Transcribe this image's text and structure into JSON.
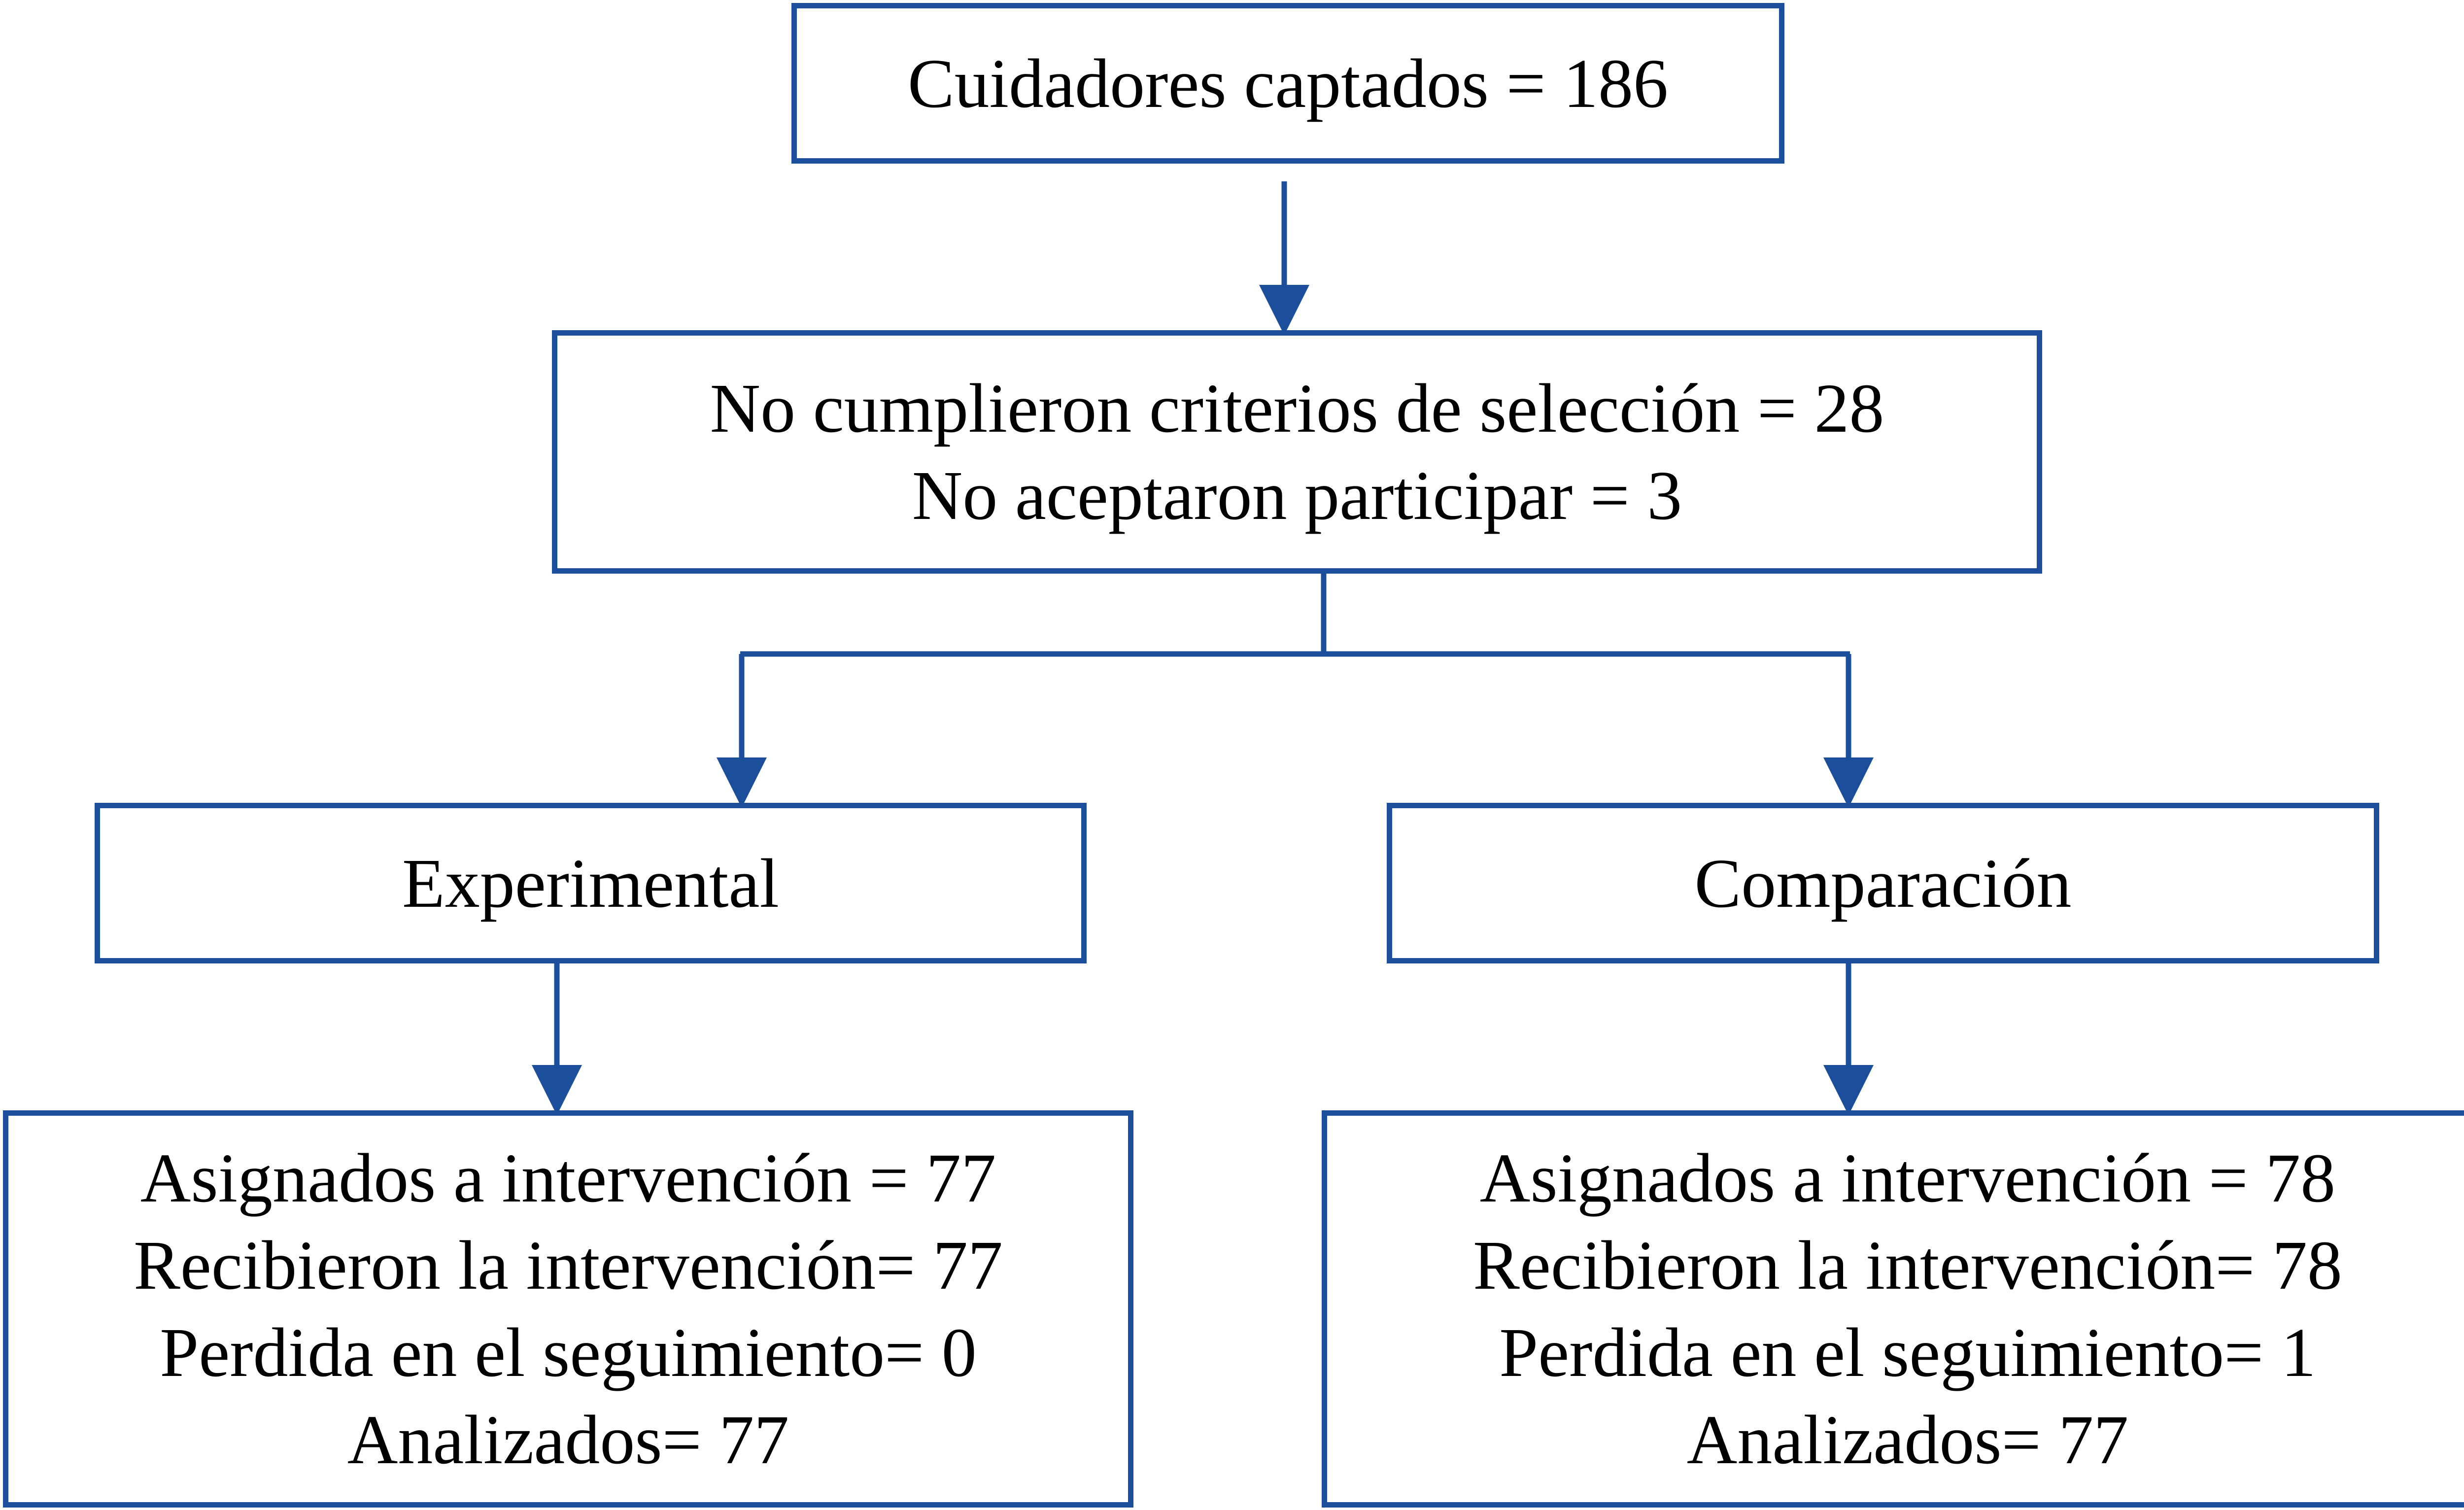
{
  "colors": {
    "stroke": "#1b4f9c",
    "text": "#000000",
    "background": "#ffffff"
  },
  "boxes": {
    "captured": {
      "line1": "Cuidadores captados = 186"
    },
    "excluded": {
      "line1": "No cumplieron criterios de selección = 28",
      "line2": "No aceptaron participar = 3"
    },
    "experimental": {
      "label": "Experimental"
    },
    "comparison": {
      "label": "Comparación"
    },
    "experimental_results": {
      "line1": "Asignados a intervención = 77",
      "line2": "Recibieron la intervención= 77",
      "line3": "Perdida en el seguimiento= 0",
      "line4": "Analizados= 77"
    },
    "comparison_results": {
      "line1": "Asignados a intervención = 78",
      "line2": "Recibieron la intervención= 78",
      "line3": "Perdida en el seguimiento= 1",
      "line4": "Analizados= 77"
    }
  }
}
